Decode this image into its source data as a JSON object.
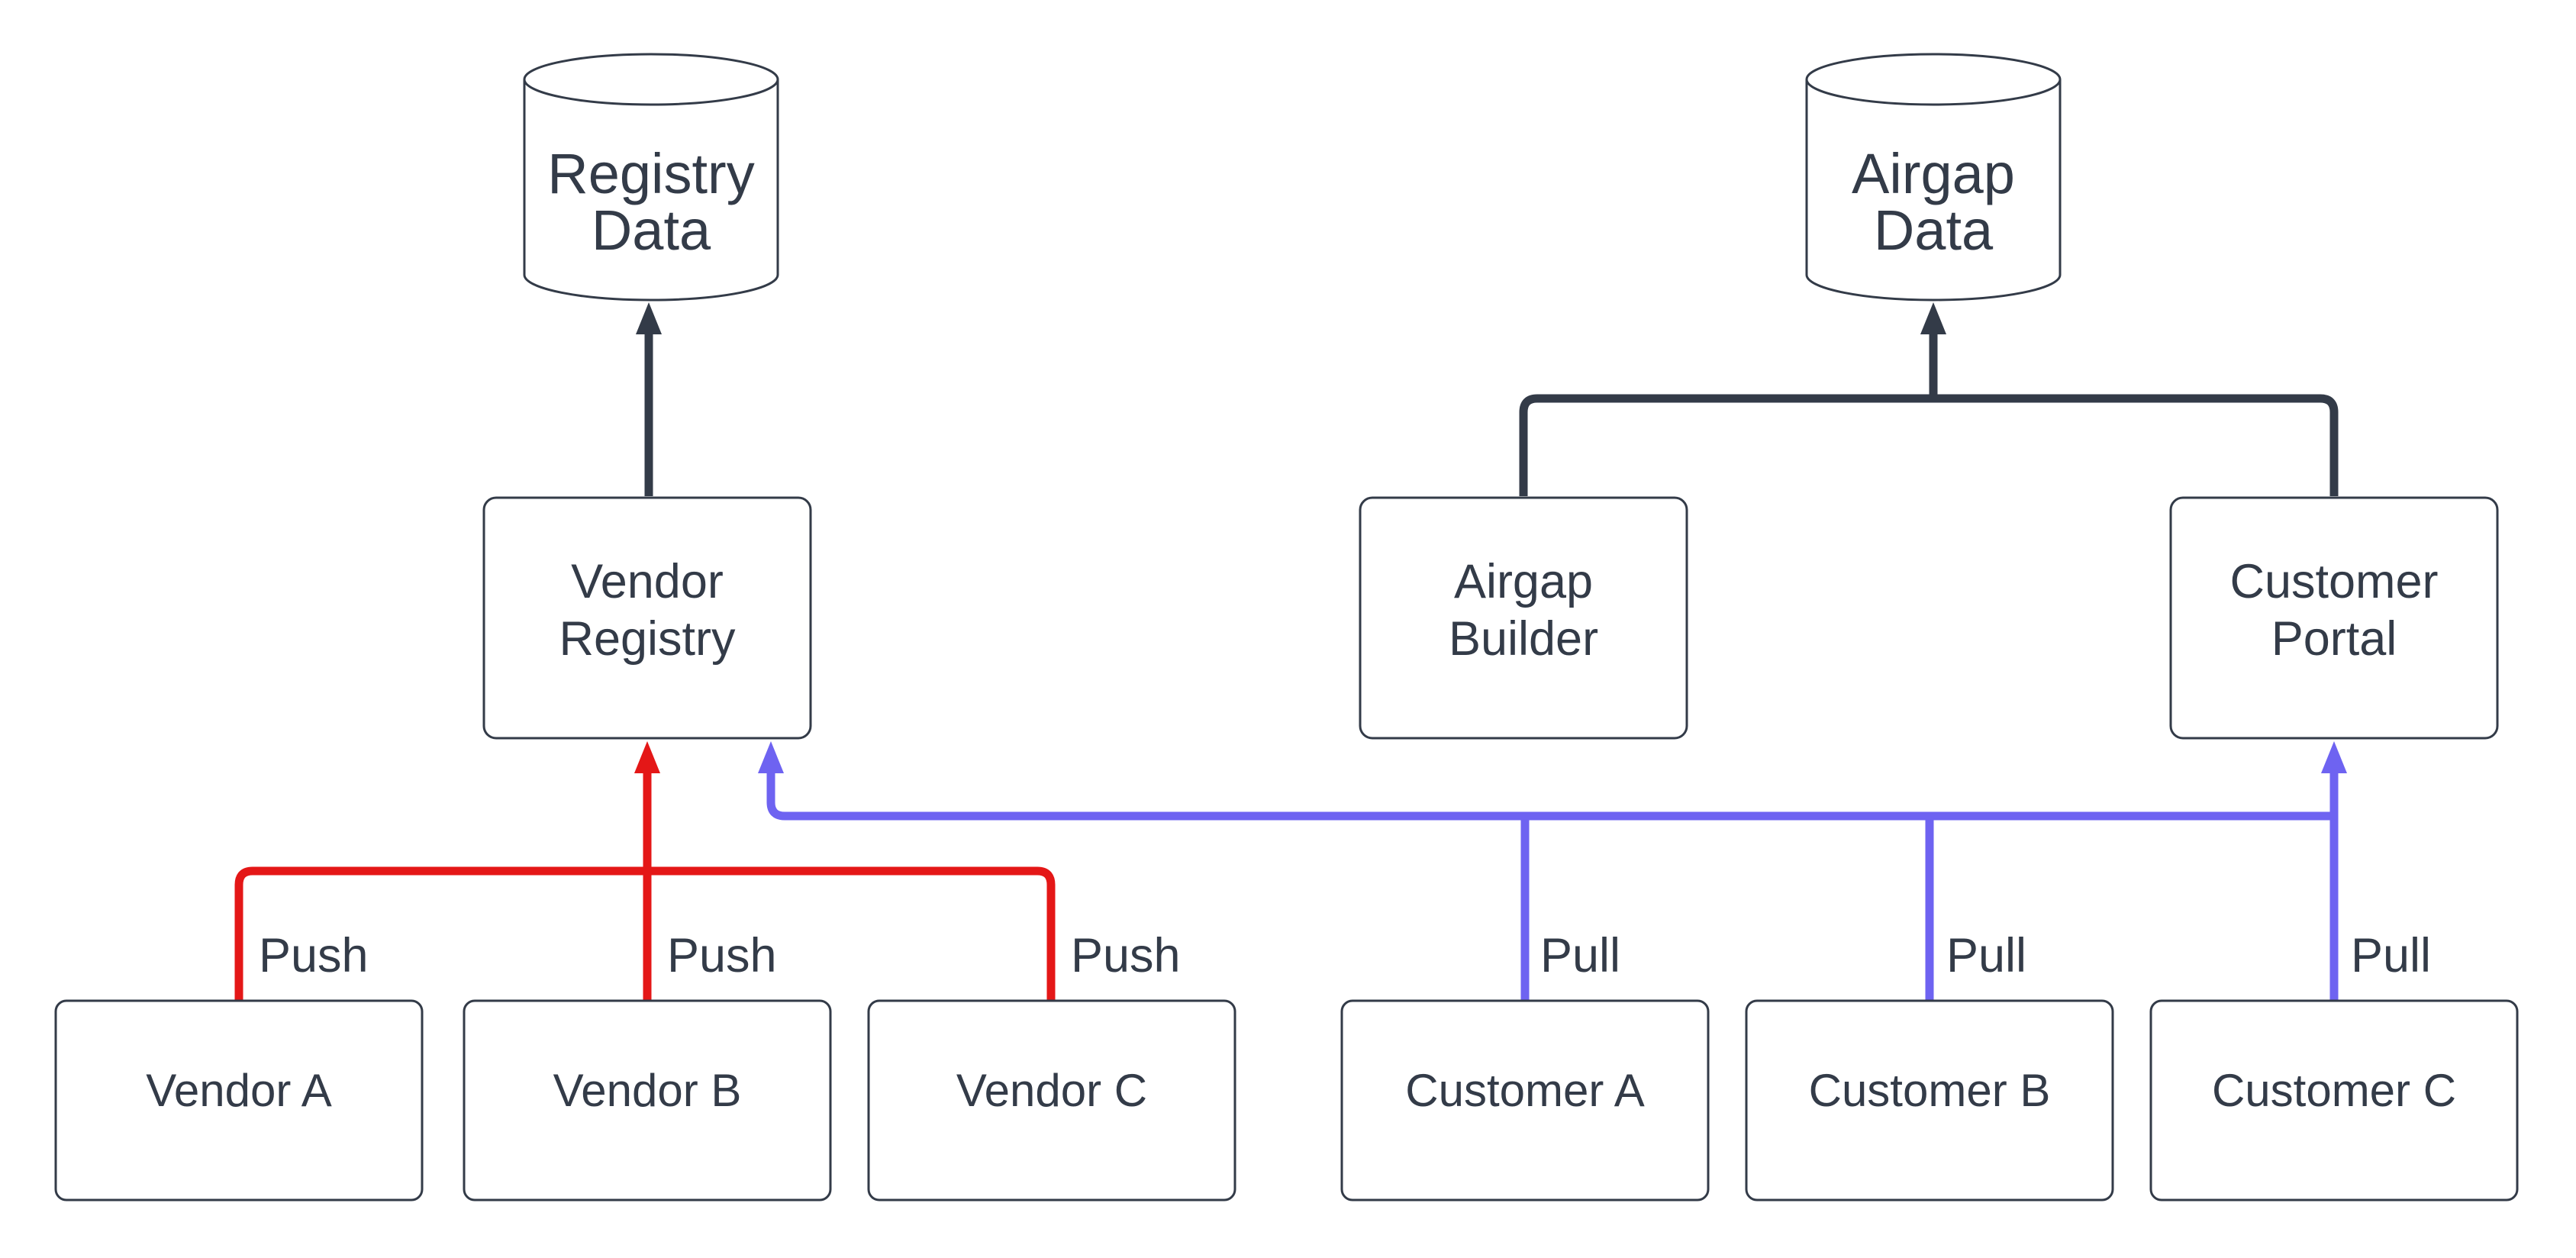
{
  "diagram": {
    "background": "#ffffff",
    "colors": {
      "ink": "#333b48",
      "push": "#e41717",
      "pull": "#6e63f1",
      "shape_fill": "#ffffff"
    },
    "datastores": [
      {
        "id": "registry-data",
        "shape": "cylinder",
        "lines": [
          "Registry",
          "Data"
        ]
      },
      {
        "id": "airgap-data",
        "shape": "cylinder",
        "lines": [
          "Airgap",
          "Data"
        ]
      }
    ],
    "services": [
      {
        "id": "vendor-registry",
        "shape": "rounded-rect",
        "lines": [
          "Vendor",
          "Registry"
        ]
      },
      {
        "id": "airgap-builder",
        "shape": "rounded-rect",
        "lines": [
          "Airgap",
          "Builder"
        ]
      },
      {
        "id": "customer-portal",
        "shape": "rounded-rect",
        "lines": [
          "Customer",
          "Portal"
        ]
      }
    ],
    "actors": [
      {
        "id": "vendor-a",
        "label": "Vendor A"
      },
      {
        "id": "vendor-b",
        "label": "Vendor B"
      },
      {
        "id": "vendor-c",
        "label": "Vendor C"
      },
      {
        "id": "customer-a",
        "label": "Customer A"
      },
      {
        "id": "customer-b",
        "label": "Customer B"
      },
      {
        "id": "customer-c",
        "label": "Customer C"
      }
    ],
    "edges": [
      {
        "from": "vendor-registry",
        "to": "registry-data",
        "label": "",
        "color": "#333b48"
      },
      {
        "from": "airgap-builder",
        "to": "airgap-data",
        "label": "",
        "color": "#333b48"
      },
      {
        "from": "customer-portal",
        "to": "airgap-data",
        "label": "",
        "color": "#333b48"
      },
      {
        "from": "vendor-a",
        "to": "vendor-registry",
        "label": "Push",
        "color": "#e41717"
      },
      {
        "from": "vendor-b",
        "to": "vendor-registry",
        "label": "Push",
        "color": "#e41717"
      },
      {
        "from": "vendor-c",
        "to": "vendor-registry",
        "label": "Push",
        "color": "#e41717"
      },
      {
        "from": "customer-a",
        "to": "vendor-registry",
        "label": "Pull",
        "color": "#6e63f1"
      },
      {
        "from": "customer-b",
        "to": "vendor-registry",
        "label": "Pull",
        "color": "#6e63f1"
      },
      {
        "from": "customer-c",
        "to": "customer-portal",
        "label": "Pull",
        "color": "#6e63f1"
      }
    ]
  }
}
